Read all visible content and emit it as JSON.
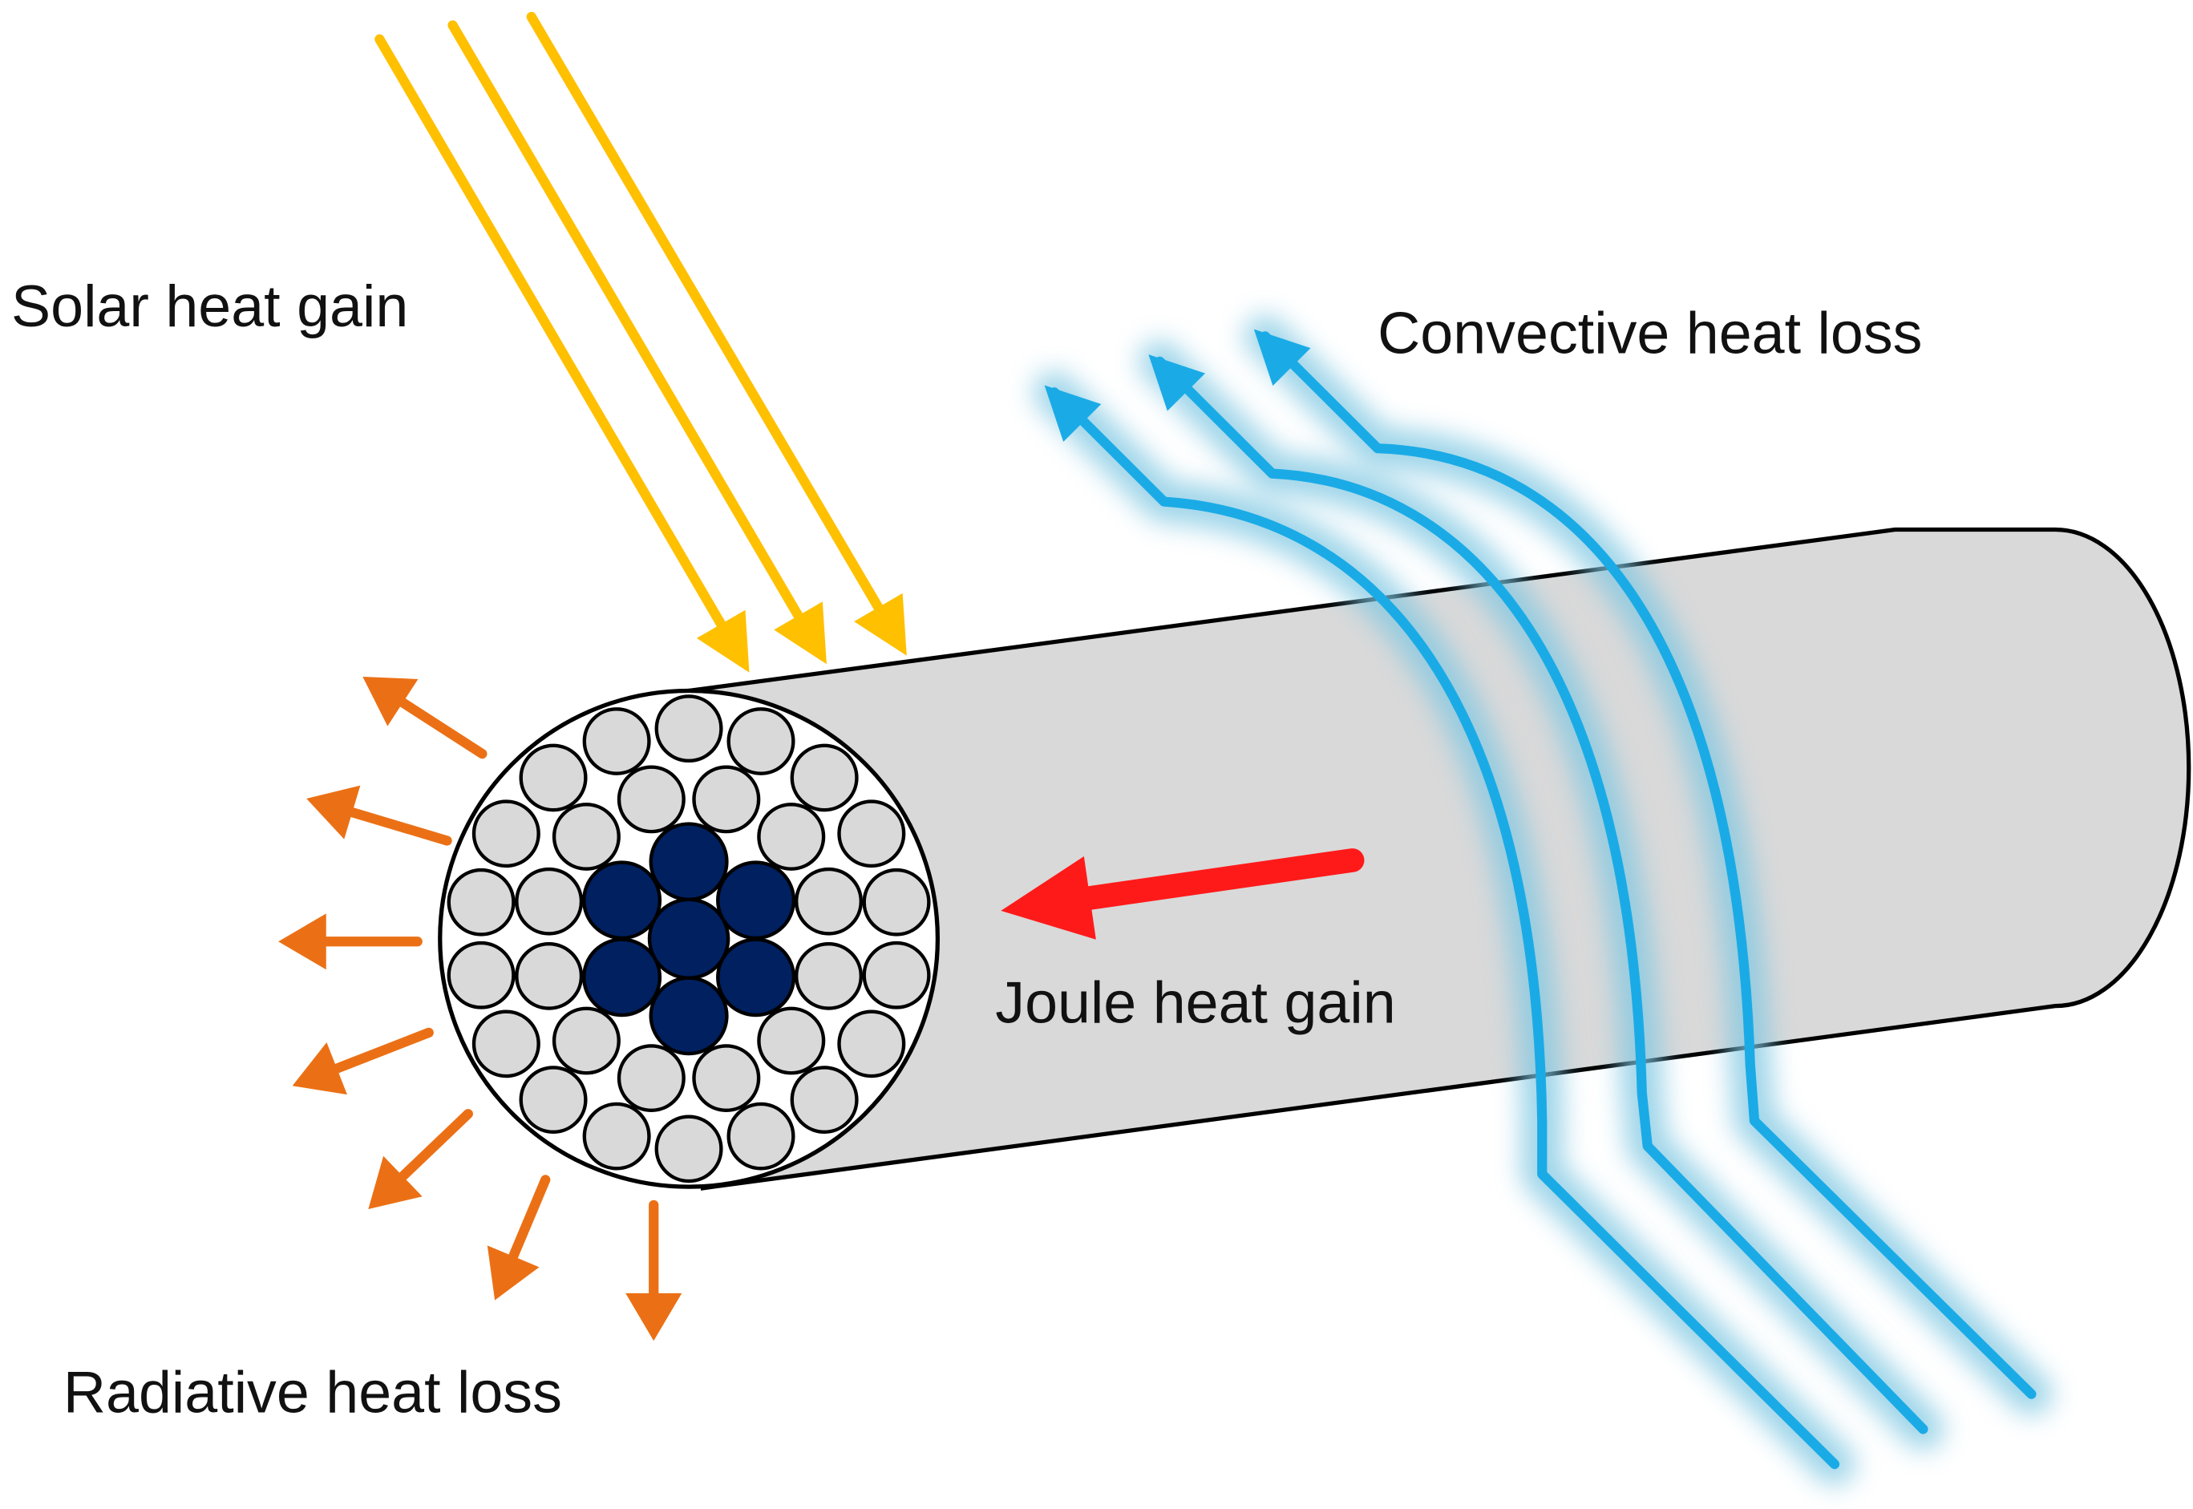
{
  "labels": {
    "solar": "Solar heat gain",
    "convective": "Convective heat loss",
    "joule": "Joule heat gain",
    "radiative": "Radiative heat loss"
  },
  "colors": {
    "solar": "#FFC000",
    "convective": "#1AABE6",
    "convective_glow": "#7FC7E2",
    "joule": "#FF1A1A",
    "radiative": "#EB7015",
    "cylinder": "#D9D9D9",
    "aluminum_strand": "#D9D9D9",
    "steel_core": "#002060",
    "outline": "#000000"
  },
  "icons": {
    "solar": "arrow-icon",
    "convective": "arrow-icon",
    "joule": "arrow-icon",
    "radiative": "arrow-icon"
  }
}
